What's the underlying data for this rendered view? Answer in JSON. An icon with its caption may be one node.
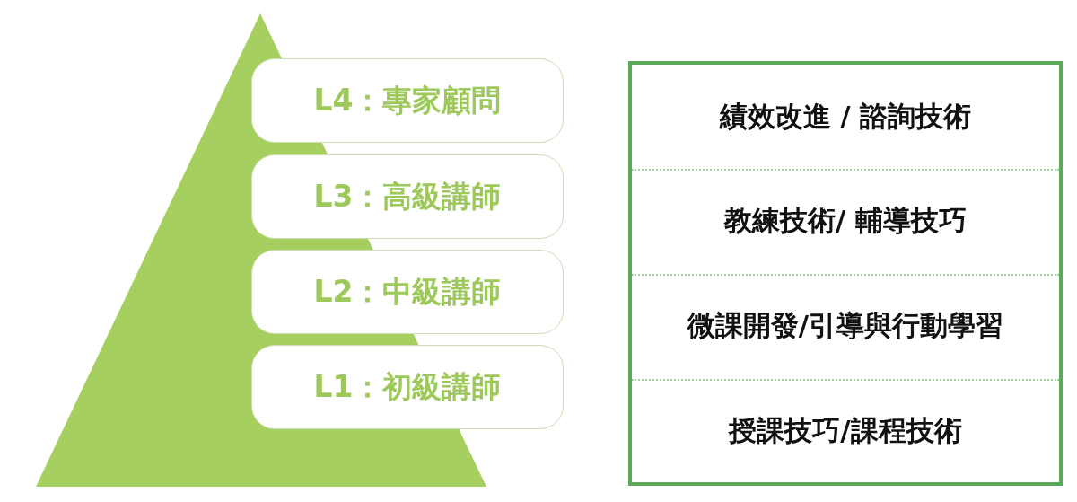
{
  "diagram": {
    "nodes": [
      {
        "text": [
          "L4：專家顧問"
        ]
      },
      {
        "text": [
          "L3：高級講師"
        ]
      },
      {
        "text": [
          "L2：中級講師"
        ]
      },
      {
        "text": [
          "L1：初級講師"
        ]
      },
      {
        "text": [
          "績效改進 / 諮詢技術"
        ]
      },
      {
        "text": [
          "教練技術/ 輔導技巧"
        ]
      },
      {
        "text": [
          "微課開發/引導與行動學習"
        ]
      },
      {
        "text": [
          "授課技巧/課程技術"
        ]
      }
    ],
    "edges": []
  }
}
